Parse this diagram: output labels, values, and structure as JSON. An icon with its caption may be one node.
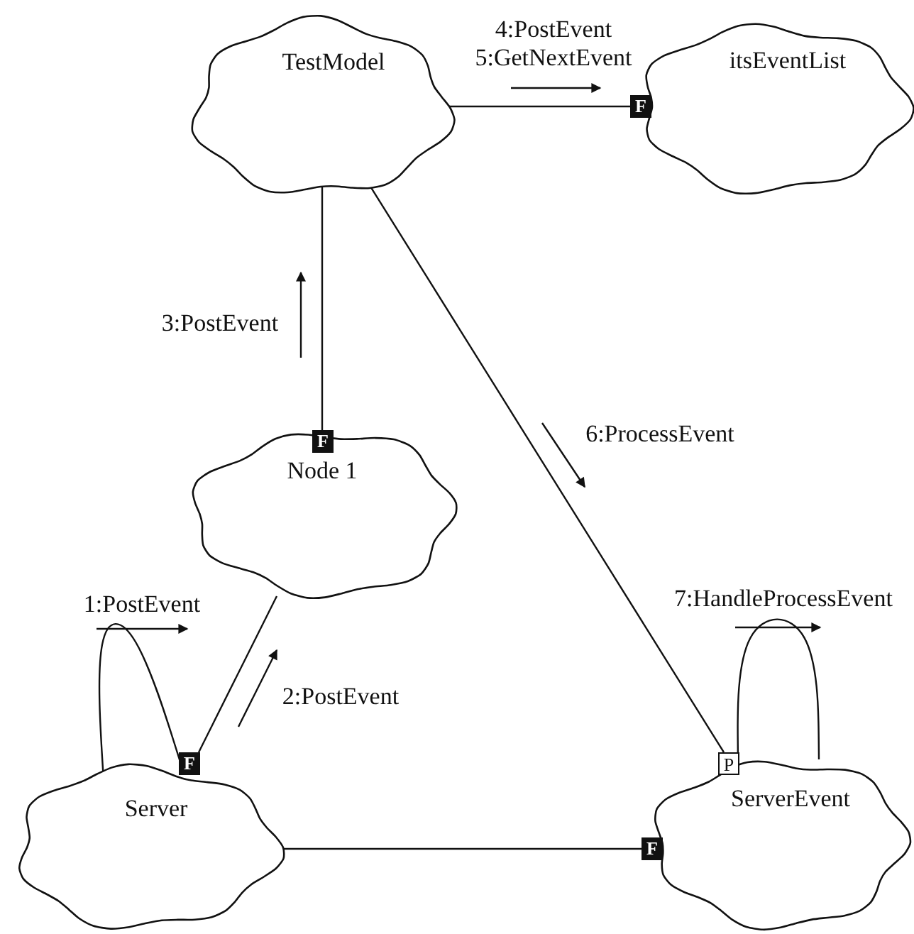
{
  "diagram": {
    "nodes": [
      {
        "text": [
          "TestModel"
        ]
      },
      {
        "text": [
          "itsEventList"
        ]
      },
      {
        "text": [
          "Node 1"
        ]
      },
      {
        "text": [
          "Server"
        ]
      },
      {
        "text": [
          "ServerEvent"
        ]
      }
    ],
    "edges": [
      {
        "from": 0,
        "to": 1,
        "arrow": "none",
        "label": "4:PostEvent 5:GetNextEvent"
      },
      {
        "from": 2,
        "to": 0,
        "arrow": "none",
        "label": "3:PostEvent"
      },
      {
        "from": 0,
        "to": 4,
        "arrow": "none",
        "label": "6:ProcessEvent"
      },
      {
        "from": 3,
        "to": 3,
        "arrow": "none",
        "label": "1:PostEvent"
      },
      {
        "from": 3,
        "to": 2,
        "arrow": "none",
        "label": "2:PostEvent"
      },
      {
        "from": 4,
        "to": 4,
        "arrow": "none",
        "label": "7:HandleProcessEvent"
      },
      {
        "from": 3,
        "to": 4,
        "arrow": "none"
      }
    ],
    "labels": [
      "F",
      "F",
      "F",
      "P",
      "F"
    ]
  }
}
